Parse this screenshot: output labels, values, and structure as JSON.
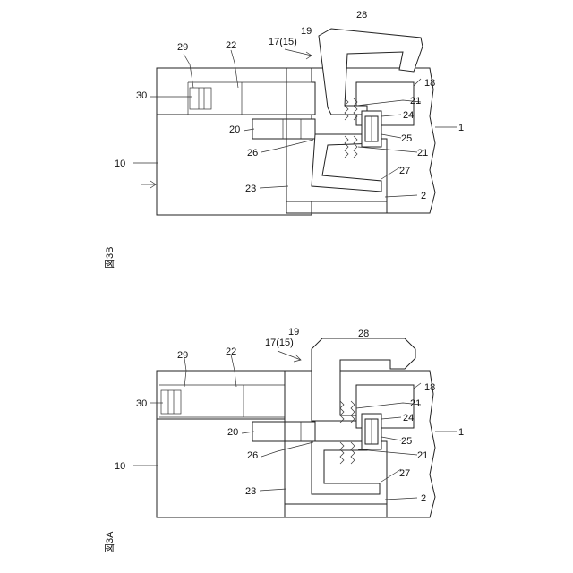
{
  "figure_a": {
    "title": "図3A",
    "labels": {
      "l10": "10",
      "l29": "29",
      "l22": "22",
      "l30": "30",
      "l20": "20",
      "l26": "26",
      "l23": "23",
      "l17": "17(15)",
      "l19": "19",
      "l28": "28",
      "l18": "18",
      "l21a": "21",
      "l24": "24",
      "l25": "25",
      "l21b": "21",
      "l27": "27",
      "l2": "2",
      "l1": "1"
    }
  },
  "figure_b": {
    "title": "図3B",
    "labels": {
      "l10": "10",
      "l29": "29",
      "l22": "22",
      "l30": "30",
      "l20": "20",
      "l26": "26",
      "l23": "23",
      "l17": "17(15)",
      "l19": "19",
      "l28": "28",
      "l18": "18",
      "l21a": "21",
      "l24": "24",
      "l25": "25",
      "l21b": "21",
      "l27": "27",
      "l2": "2",
      "l1": "1"
    }
  }
}
